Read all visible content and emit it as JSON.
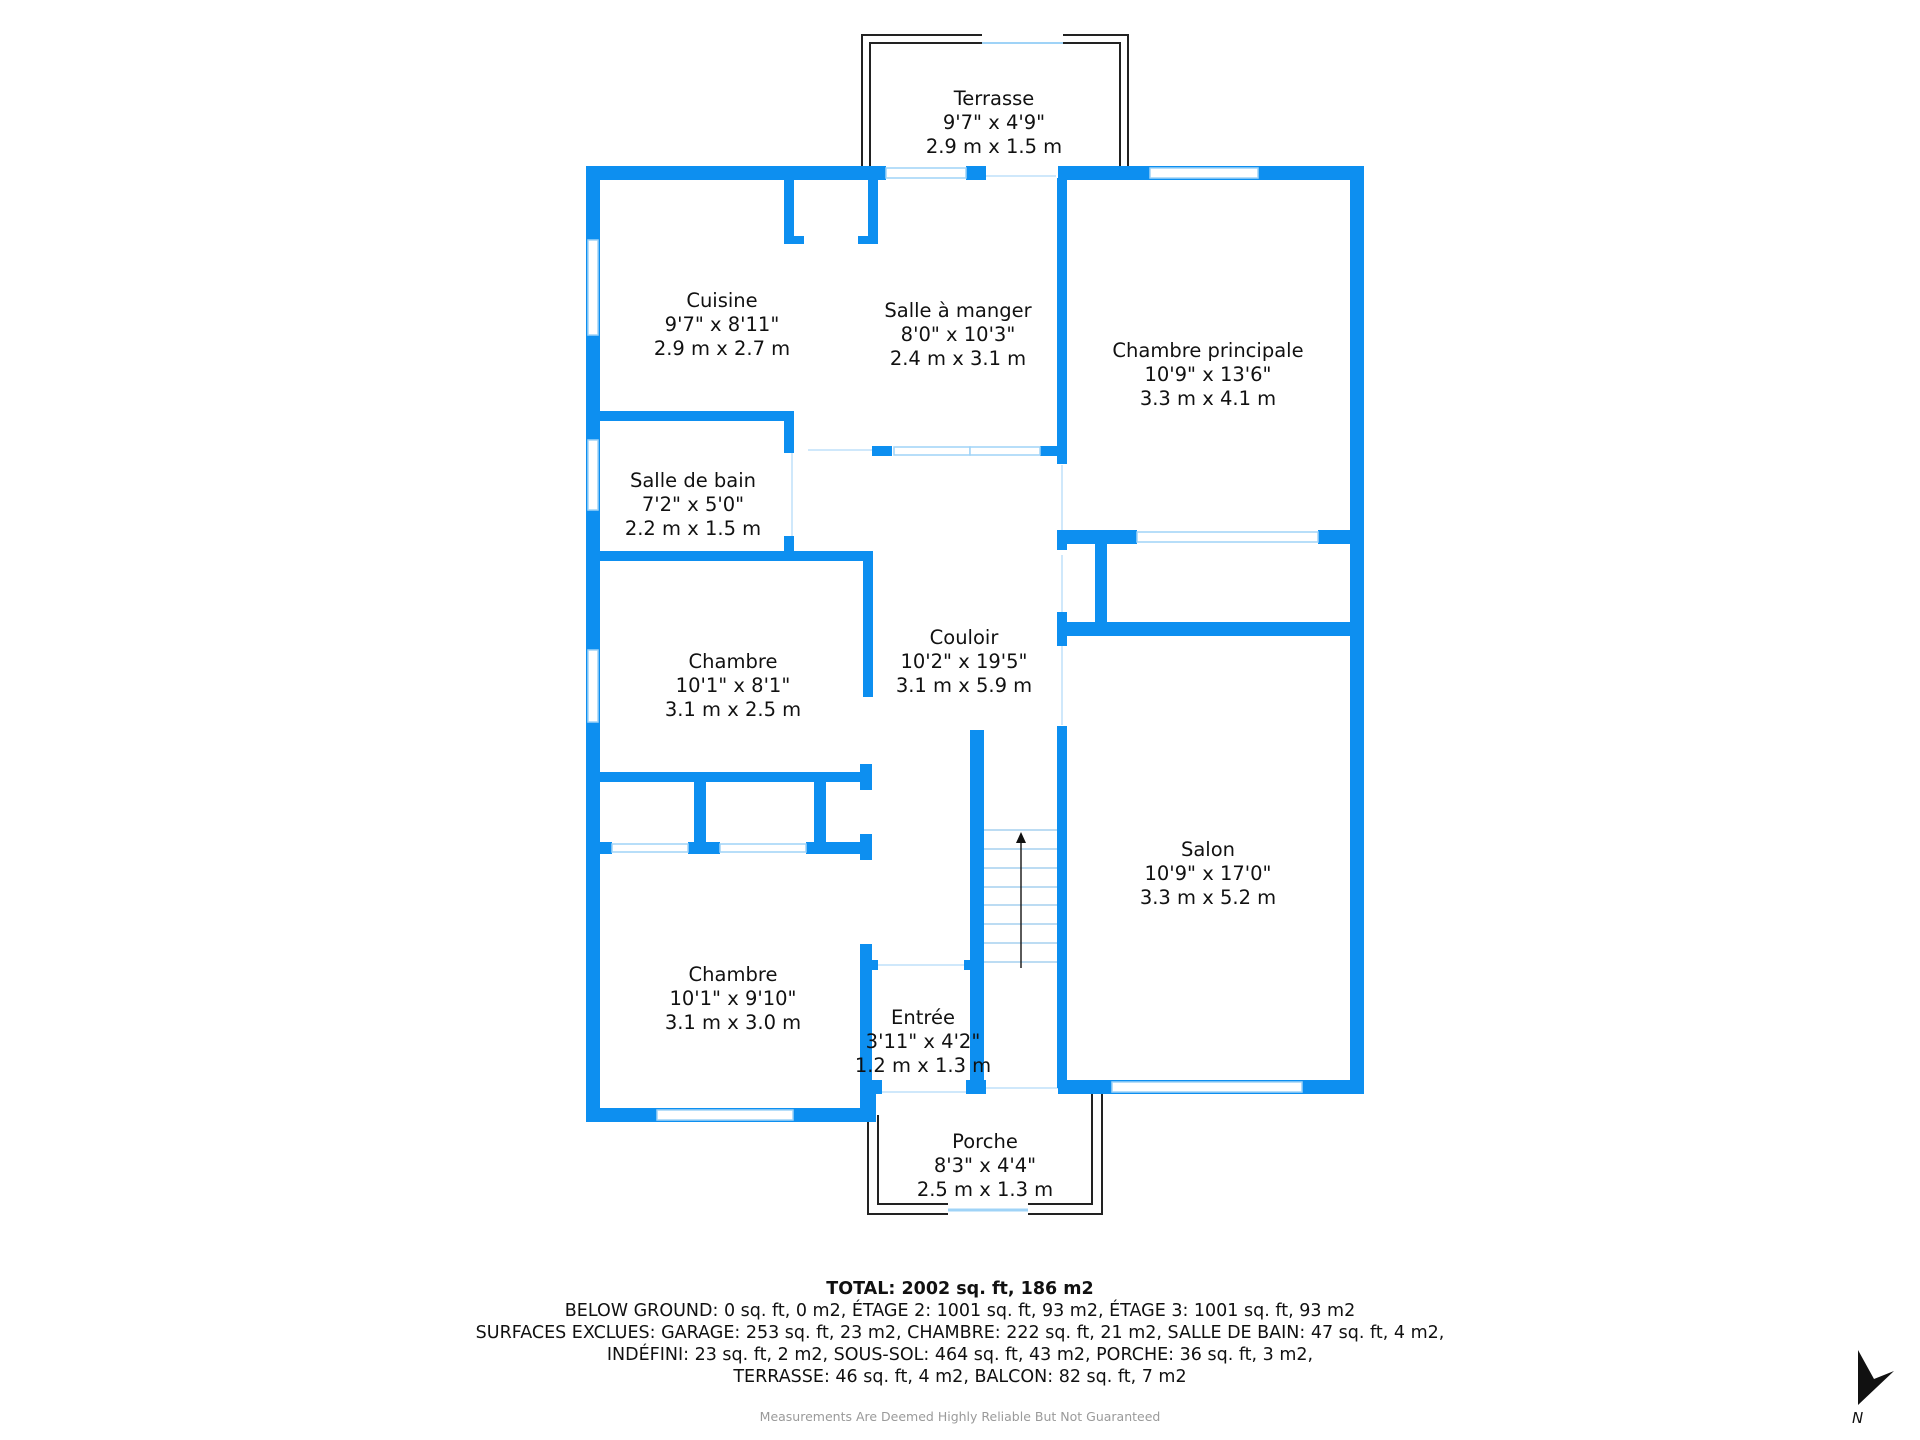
{
  "rooms": {
    "terrasse": {
      "name": "Terrasse",
      "imperial": "9'7\" x 4'9\"",
      "metric": "2.9 m x 1.5 m"
    },
    "cuisine": {
      "name": "Cuisine",
      "imperial": "9'7\" x 8'11\"",
      "metric": "2.9 m x 2.7 m"
    },
    "salle_a_manger": {
      "name": "Salle à manger",
      "imperial": "8'0\" x 10'3\"",
      "metric": "2.4 m x 3.1 m"
    },
    "chambre_principale": {
      "name": "Chambre principale",
      "imperial": "10'9\" x 13'6\"",
      "metric": "3.3 m x 4.1 m"
    },
    "salle_de_bain": {
      "name": "Salle de bain",
      "imperial": "7'2\" x 5'0\"",
      "metric": "2.2 m x 1.5 m"
    },
    "couloir": {
      "name": "Couloir",
      "imperial": "10'2\" x 19'5\"",
      "metric": "3.1 m x 5.9 m"
    },
    "chambre_1": {
      "name": "Chambre",
      "imperial": "10'1\" x 8'1\"",
      "metric": "3.1 m x 2.5 m"
    },
    "salon": {
      "name": "Salon",
      "imperial": "10'9\" x 17'0\"",
      "metric": "3.3 m x 5.2 m"
    },
    "chambre_2": {
      "name": "Chambre",
      "imperial": "10'1\" x 9'10\"",
      "metric": "3.1 m x 3.0 m"
    },
    "entree": {
      "name": "Entrée",
      "imperial": "3'11\" x 4'2\"",
      "metric": "1.2 m x 1.3 m"
    },
    "porche": {
      "name": "Porche",
      "imperial": "8'3\" x 4'4\"",
      "metric": "2.5 m x 1.3 m"
    }
  },
  "summary": {
    "total": "TOTAL: 2002 sq. ft, 186 m2",
    "line1": "BELOW GROUND: 0 sq. ft, 0 m2, ÉTAGE 2: 1001 sq. ft, 93 m2, ÉTAGE 3: 1001 sq. ft, 93 m2",
    "line2": "SURFACES EXCLUES: GARAGE: 253 sq. ft, 23 m2, CHAMBRE: 222 sq. ft, 21 m2, SALLE DE BAIN: 47 sq. ft, 4 m2,",
    "line3": "INDÉFINI: 23 sq. ft, 2 m2, SOUS-SOL: 464 sq. ft, 43 m2, PORCHE: 36 sq. ft, 3 m2,",
    "line4": "TERRASSE: 46 sq. ft, 4 m2, BALCON: 82 sq. ft, 7 m2"
  },
  "disclaimer": "Measurements Are Deemed Highly Reliable But Not Guaranteed",
  "compass": {
    "label": "N",
    "icon": "north-arrow-icon"
  },
  "colors": {
    "wall": "#0d8ff0",
    "outline": "#222222",
    "window": "#9fd3f7"
  }
}
